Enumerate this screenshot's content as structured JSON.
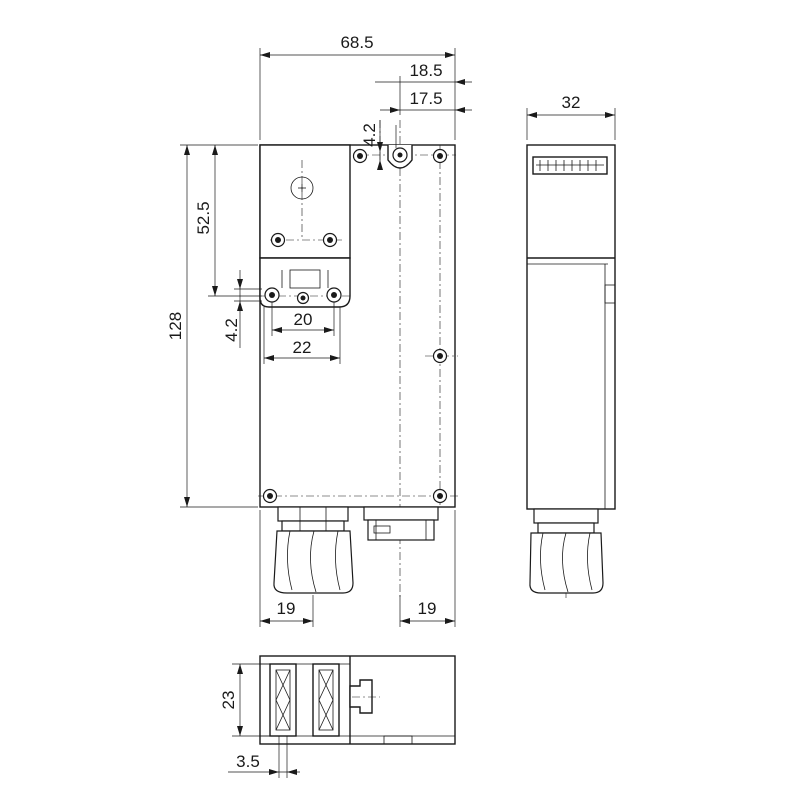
{
  "dimensions": {
    "total_width": "68.5",
    "head_right_offset": "18.5",
    "head_hole_offset": "17.5",
    "head_slot": "4.2",
    "side_depth": "32",
    "head_height": "52.5",
    "total_height": "128",
    "mount_hole_slot": "4.2",
    "hole_spacing_inner": "20",
    "hole_spacing_outer": "22",
    "gland_left_offset": "19",
    "gland_right_offset": "19",
    "bottom_slot_width": "23",
    "bottom_edge_offset": "3.5"
  }
}
